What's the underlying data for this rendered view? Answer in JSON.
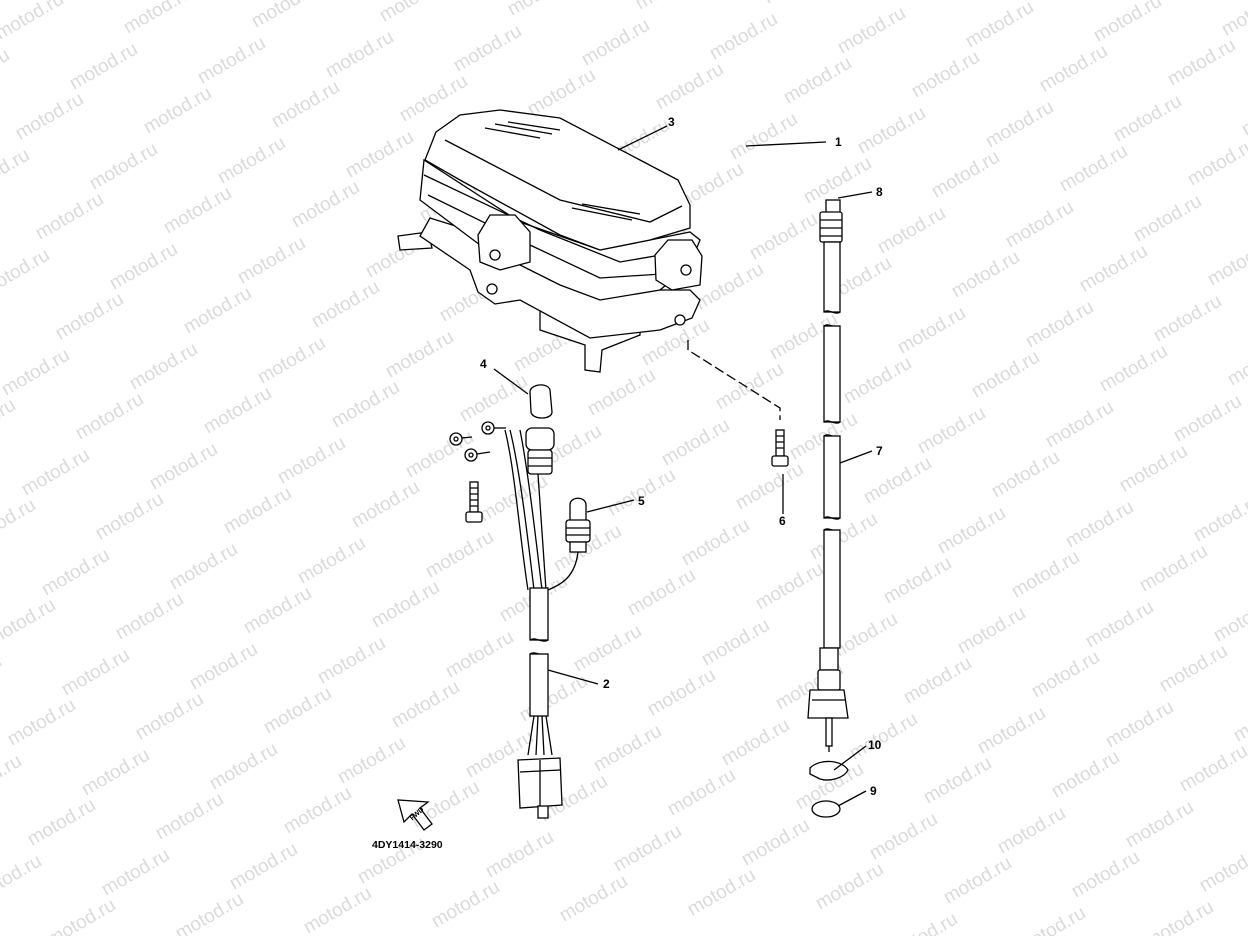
{
  "watermark": {
    "text": "motod.ru"
  },
  "drawing": {
    "part_code": "4DY1414-3290",
    "fwd_label": "FWD",
    "callouts": [
      {
        "id": "1",
        "label": "1"
      },
      {
        "id": "2",
        "label": "2"
      },
      {
        "id": "3",
        "label": "3"
      },
      {
        "id": "4",
        "label": "4"
      },
      {
        "id": "5",
        "label": "5"
      },
      {
        "id": "6",
        "label": "6"
      },
      {
        "id": "7",
        "label": "7"
      },
      {
        "id": "8",
        "label": "8"
      },
      {
        "id": "9",
        "label": "9"
      },
      {
        "id": "10",
        "label": "10"
      }
    ]
  },
  "colors": {
    "line": "#000000",
    "background": "#ffffff",
    "watermark": "#bdbdbd"
  }
}
